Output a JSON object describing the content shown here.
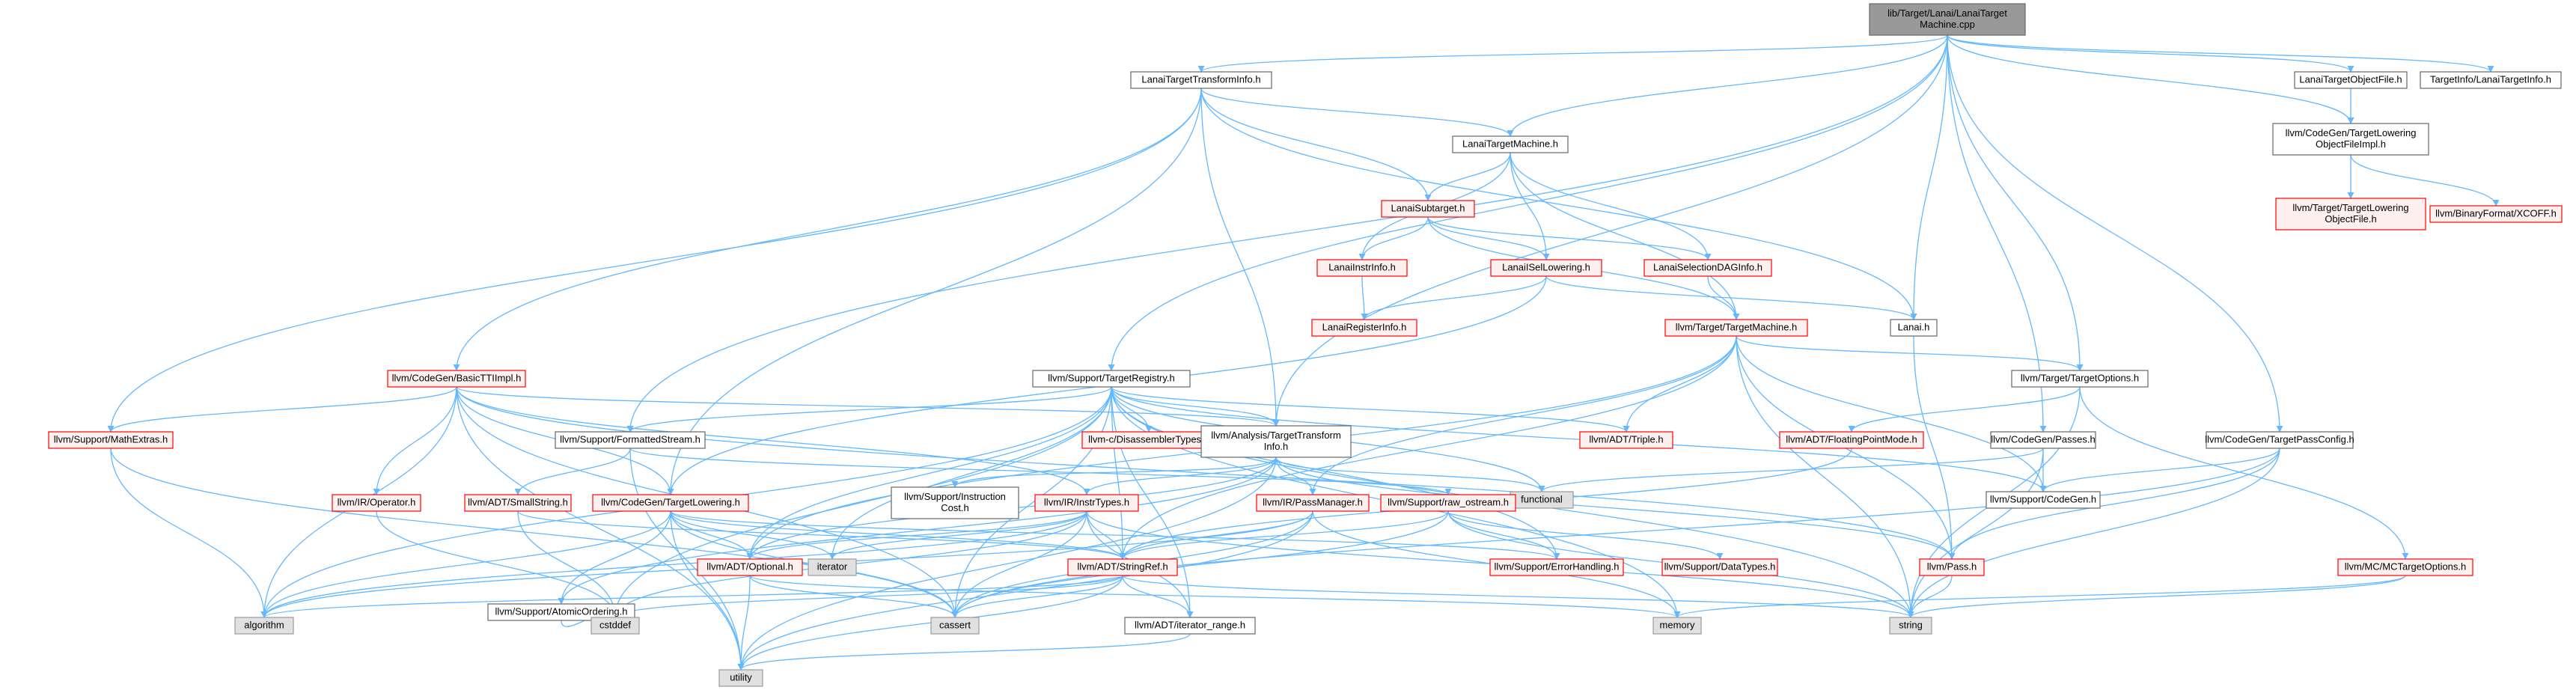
{
  "colors": {
    "edge": "#63b8ff",
    "root_fill": "#999999",
    "root_stroke": "#666666",
    "doc_fill": "#ffffff",
    "doc_stroke": "#666666",
    "missing_fill": "#fff0f0",
    "missing_stroke": "#ff0000",
    "system_fill": "#e0e0e0",
    "system_stroke": "#999999"
  },
  "nodes": [
    {
      "id": "root",
      "kind": "root",
      "lines": [
        "lib/Target/Lanai/LanaiTarget",
        "Machine.cpp"
      ]
    },
    {
      "id": "ltti",
      "kind": "doc",
      "lines": [
        "LanaiTargetTransformInfo.h"
      ]
    },
    {
      "id": "ltobj",
      "kind": "doc",
      "lines": [
        "LanaiTargetObjectFile.h"
      ]
    },
    {
      "id": "tinfo",
      "kind": "doc",
      "lines": [
        "TargetInfo/LanaiTargetInfo.h"
      ]
    },
    {
      "id": "cgtlof",
      "kind": "doc",
      "lines": [
        "llvm/CodeGen/TargetLowering",
        "ObjectFileImpl.h"
      ]
    },
    {
      "id": "ttlof",
      "kind": "missing",
      "lines": [
        "llvm/Target/TargetLowering",
        "ObjectFile.h"
      ]
    },
    {
      "id": "xcoff",
      "kind": "missing",
      "lines": [
        "llvm/BinaryFormat/XCOFF.h"
      ]
    },
    {
      "id": "ltm",
      "kind": "doc",
      "lines": [
        "LanaiTargetMachine.h"
      ]
    },
    {
      "id": "lsub",
      "kind": "missing",
      "lines": [
        "LanaiSubtarget.h"
      ]
    },
    {
      "id": "linstr",
      "kind": "missing",
      "lines": [
        "LanaiInstrInfo.h"
      ]
    },
    {
      "id": "lisel",
      "kind": "missing",
      "lines": [
        "LanaiISelLowering.h"
      ]
    },
    {
      "id": "lsdag",
      "kind": "missing",
      "lines": [
        "LanaiSelectionDAGInfo.h"
      ]
    },
    {
      "id": "lreg",
      "kind": "missing",
      "lines": [
        "LanaiRegisterInfo.h"
      ]
    },
    {
      "id": "ttm",
      "kind": "missing",
      "lines": [
        "llvm/Target/TargetMachine.h"
      ]
    },
    {
      "id": "lanai",
      "kind": "doc",
      "lines": [
        "Lanai.h"
      ]
    },
    {
      "id": "topt",
      "kind": "doc",
      "lines": [
        "llvm/Target/TargetOptions.h"
      ]
    },
    {
      "id": "treg",
      "kind": "doc",
      "lines": [
        "llvm/Support/TargetRegistry.h"
      ]
    },
    {
      "id": "btti",
      "kind": "missing",
      "lines": [
        "llvm/CodeGen/BasicTTIImpl.h"
      ]
    },
    {
      "id": "mathx",
      "kind": "missing",
      "lines": [
        "llvm/Support/MathExtras.h"
      ]
    },
    {
      "id": "fmts",
      "kind": "doc",
      "lines": [
        "llvm/Support/FormattedStream.h"
      ]
    },
    {
      "id": "disasm",
      "kind": "missing",
      "lines": [
        "llvm-c/DisassemblerTypes.h"
      ]
    },
    {
      "id": "atti",
      "kind": "doc",
      "lines": [
        "llvm/Analysis/TargetTransform",
        "Info.h"
      ]
    },
    {
      "id": "triple",
      "kind": "missing",
      "lines": [
        "llvm/ADT/Triple.h"
      ]
    },
    {
      "id": "fpmode",
      "kind": "missing",
      "lines": [
        "llvm/ADT/FloatingPointMode.h"
      ]
    },
    {
      "id": "passes",
      "kind": "doc",
      "lines": [
        "llvm/CodeGen/Passes.h"
      ]
    },
    {
      "id": "tpc",
      "kind": "doc",
      "lines": [
        "llvm/CodeGen/TargetPassConfig.h"
      ]
    },
    {
      "id": "functional",
      "kind": "system",
      "lines": [
        "functional"
      ]
    },
    {
      "id": "supcg",
      "kind": "doc",
      "lines": [
        "llvm/Support/CodeGen.h"
      ]
    },
    {
      "id": "irop",
      "kind": "missing",
      "lines": [
        "llvm/IR/Operator.h"
      ]
    },
    {
      "id": "smallstr",
      "kind": "missing",
      "lines": [
        "llvm/ADT/SmallString.h"
      ]
    },
    {
      "id": "cgtl",
      "kind": "missing",
      "lines": [
        "llvm/CodeGen/TargetLowering.h"
      ]
    },
    {
      "id": "instcost",
      "kind": "doc",
      "lines": [
        "llvm/Support/Instruction",
        "Cost.h"
      ]
    },
    {
      "id": "irinst",
      "kind": "missing",
      "lines": [
        "llvm/IR/InstrTypes.h"
      ]
    },
    {
      "id": "passmgr",
      "kind": "missing",
      "lines": [
        "llvm/IR/PassManager.h"
      ]
    },
    {
      "id": "rawos",
      "kind": "missing",
      "lines": [
        "llvm/Support/raw_ostream.h"
      ]
    },
    {
      "id": "errh",
      "kind": "missing",
      "lines": [
        "llvm/Support/ErrorHandling.h"
      ]
    },
    {
      "id": "dtypes",
      "kind": "missing",
      "lines": [
        "llvm/Support/DataTypes.h"
      ]
    },
    {
      "id": "pass",
      "kind": "missing",
      "lines": [
        "llvm/Pass.h"
      ]
    },
    {
      "id": "mcopt",
      "kind": "missing",
      "lines": [
        "llvm/MC/MCTargetOptions.h"
      ]
    },
    {
      "id": "atomic",
      "kind": "doc",
      "lines": [
        "llvm/Support/AtomicOrdering.h"
      ]
    },
    {
      "id": "optional",
      "kind": "missing",
      "lines": [
        "llvm/ADT/Optional.h"
      ]
    },
    {
      "id": "iterator",
      "kind": "system",
      "lines": [
        "iterator"
      ]
    },
    {
      "id": "stringref",
      "kind": "missing",
      "lines": [
        "llvm/ADT/StringRef.h"
      ]
    },
    {
      "id": "algorithm",
      "kind": "system",
      "lines": [
        "algorithm"
      ]
    },
    {
      "id": "cstddef",
      "kind": "system",
      "lines": [
        "cstddef"
      ]
    },
    {
      "id": "cassert",
      "kind": "system",
      "lines": [
        "cassert"
      ]
    },
    {
      "id": "memory",
      "kind": "system",
      "lines": [
        "memory"
      ]
    },
    {
      "id": "string",
      "kind": "system",
      "lines": [
        "string"
      ]
    },
    {
      "id": "iterrange",
      "kind": "doc",
      "lines": [
        "llvm/ADT/iterator_range.h"
      ]
    },
    {
      "id": "utility",
      "kind": "system",
      "lines": [
        "utility"
      ]
    }
  ],
  "edges": [
    [
      "root",
      "ltti"
    ],
    [
      "root",
      "ltobj"
    ],
    [
      "root",
      "tinfo"
    ],
    [
      "root",
      "cgtlof"
    ],
    [
      "root",
      "ltm"
    ],
    [
      "root",
      "lanai"
    ],
    [
      "root",
      "topt"
    ],
    [
      "root",
      "treg"
    ],
    [
      "root",
      "atti"
    ],
    [
      "root",
      "fmts"
    ],
    [
      "root",
      "tpc"
    ],
    [
      "root",
      "passes"
    ],
    [
      "ltobj",
      "cgtlof"
    ],
    [
      "cgtlof",
      "ttlof"
    ],
    [
      "cgtlof",
      "xcoff"
    ],
    [
      "ltti",
      "ltm"
    ],
    [
      "ltti",
      "lsub"
    ],
    [
      "ltti",
      "btti"
    ],
    [
      "ltti",
      "mathx"
    ],
    [
      "ltti",
      "atti"
    ],
    [
      "ltti",
      "cgtl"
    ],
    [
      "ltti",
      "lanai"
    ],
    [
      "ltm",
      "lsub"
    ],
    [
      "ltm",
      "lisel"
    ],
    [
      "ltm",
      "lsdag"
    ],
    [
      "ltm",
      "ttm"
    ],
    [
      "ltm",
      "linstr"
    ],
    [
      "lsub",
      "linstr"
    ],
    [
      "lsub",
      "lisel"
    ],
    [
      "lsub",
      "lsdag"
    ],
    [
      "lsub",
      "ttm"
    ],
    [
      "linstr",
      "lreg"
    ],
    [
      "lisel",
      "lreg"
    ],
    [
      "lisel",
      "lanai"
    ],
    [
      "lisel",
      "cgtl"
    ],
    [
      "lsdag",
      "ttm"
    ],
    [
      "ttm",
      "triple"
    ],
    [
      "ttm",
      "topt"
    ],
    [
      "ttm",
      "supcg"
    ],
    [
      "ttm",
      "pass"
    ],
    [
      "ttm",
      "string"
    ],
    [
      "ttm",
      "stringref"
    ],
    [
      "ttm",
      "optional"
    ],
    [
      "ttm",
      "passmgr"
    ],
    [
      "lanai",
      "pass"
    ],
    [
      "topt",
      "fpmode"
    ],
    [
      "topt",
      "mcopt"
    ],
    [
      "topt",
      "string"
    ],
    [
      "treg",
      "triple"
    ],
    [
      "treg",
      "disasm"
    ],
    [
      "treg",
      "fmts"
    ],
    [
      "treg",
      "atti"
    ],
    [
      "treg",
      "functional"
    ],
    [
      "treg",
      "supcg"
    ],
    [
      "treg",
      "errh"
    ],
    [
      "treg",
      "iterrange"
    ],
    [
      "treg",
      "stringref"
    ],
    [
      "treg",
      "optional"
    ],
    [
      "treg",
      "memory"
    ],
    [
      "treg",
      "string"
    ],
    [
      "treg",
      "cassert"
    ],
    [
      "treg",
      "cstddef"
    ],
    [
      "treg",
      "algorithm"
    ],
    [
      "treg",
      "iterator"
    ],
    [
      "btti",
      "mathx"
    ],
    [
      "btti",
      "atti"
    ],
    [
      "btti",
      "irop"
    ],
    [
      "btti",
      "cgtl"
    ],
    [
      "btti",
      "irinst"
    ],
    [
      "btti",
      "algorithm"
    ],
    [
      "btti",
      "cassert"
    ],
    [
      "btti",
      "utility"
    ],
    [
      "btti",
      "pass"
    ],
    [
      "mathx",
      "algorithm"
    ],
    [
      "mathx",
      "cassert"
    ],
    [
      "fmts",
      "rawos"
    ],
    [
      "fmts",
      "smallstr"
    ],
    [
      "fmts",
      "utility"
    ],
    [
      "atti",
      "passmgr"
    ],
    [
      "atti",
      "pass"
    ],
    [
      "atti",
      "instcost"
    ],
    [
      "atti",
      "irinst"
    ],
    [
      "atti",
      "functional"
    ],
    [
      "atti",
      "optional"
    ],
    [
      "atti",
      "atomic"
    ],
    [
      "atti",
      "utility"
    ],
    [
      "fpmode",
      "stringref"
    ],
    [
      "passes",
      "supcg"
    ],
    [
      "passes",
      "functional"
    ],
    [
      "passes",
      "string"
    ],
    [
      "tpc",
      "pass"
    ],
    [
      "tpc",
      "supcg"
    ],
    [
      "tpc",
      "cassert"
    ],
    [
      "tpc",
      "string"
    ],
    [
      "irop",
      "cstddef"
    ],
    [
      "smallstr",
      "stringref"
    ],
    [
      "smallstr",
      "cstddef"
    ],
    [
      "cgtl",
      "atomic"
    ],
    [
      "cgtl",
      "optional"
    ],
    [
      "cgtl",
      "stringref"
    ],
    [
      "cgtl",
      "algorithm"
    ],
    [
      "cgtl",
      "cassert"
    ],
    [
      "cgtl",
      "utility"
    ],
    [
      "cgtl",
      "iterator"
    ],
    [
      "cgtl",
      "errh"
    ],
    [
      "irinst",
      "optional"
    ],
    [
      "irinst",
      "stringref"
    ],
    [
      "irinst",
      "iterrange"
    ],
    [
      "irinst",
      "algorithm"
    ],
    [
      "irinst",
      "cassert"
    ],
    [
      "irinst",
      "cstddef"
    ],
    [
      "irinst",
      "iterator"
    ],
    [
      "irinst",
      "string"
    ],
    [
      "passmgr",
      "stringref"
    ],
    [
      "passmgr",
      "cassert"
    ],
    [
      "passmgr",
      "memory"
    ],
    [
      "passmgr",
      "utility"
    ],
    [
      "passmgr",
      "algorithm"
    ],
    [
      "rawos",
      "dtypes"
    ],
    [
      "rawos",
      "stringref"
    ],
    [
      "rawos",
      "cassert"
    ],
    [
      "rawos",
      "string"
    ],
    [
      "rawos",
      "errh"
    ],
    [
      "pass",
      "string"
    ],
    [
      "mcopt",
      "string"
    ],
    [
      "mcopt",
      "memory"
    ],
    [
      "atomic",
      "cstddef"
    ],
    [
      "optional",
      "cassert"
    ],
    [
      "optional",
      "utility"
    ],
    [
      "optional",
      "memory"
    ],
    [
      "stringref",
      "iterrange"
    ],
    [
      "stringref",
      "cassert"
    ],
    [
      "stringref",
      "cstddef"
    ],
    [
      "stringref",
      "string"
    ],
    [
      "stringref",
      "utility"
    ],
    [
      "stringref",
      "algorithm"
    ],
    [
      "iterrange",
      "utility"
    ]
  ]
}
